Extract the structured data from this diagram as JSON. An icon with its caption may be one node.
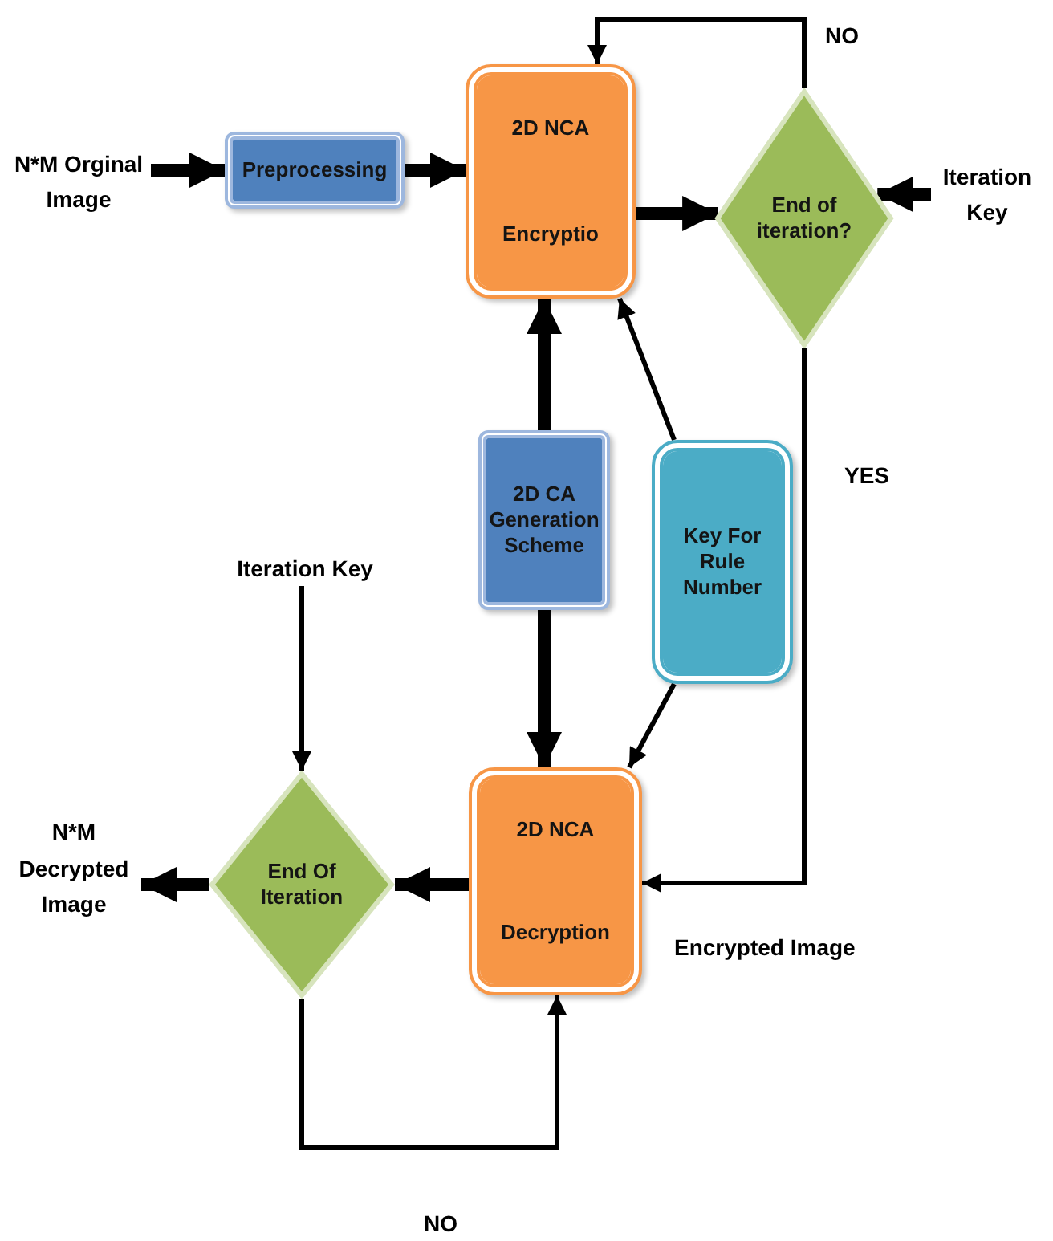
{
  "diagram": {
    "nodes": [
      {
        "text": [
          "N*M Orginal Image"
        ]
      },
      {
        "text": [
          "Preprocessing"
        ]
      },
      {
        "text": [
          "2D NCA",
          "Encryptio"
        ]
      },
      {
        "text": [
          "End of iteration?"
        ]
      },
      {
        "text": [
          "Iteration Key"
        ]
      },
      {
        "text": [
          "2D CA Generation Scheme"
        ]
      },
      {
        "text": [
          "Key For Rule Number"
        ]
      },
      {
        "text": [
          "Iteration Key"
        ]
      },
      {
        "text": [
          "End Of Iteration"
        ]
      },
      {
        "text": [
          "2D NCA",
          "Decryption"
        ]
      },
      {
        "text": [
          "N*M Decrypted Image"
        ]
      }
    ],
    "edges": [
      {
        "from": 0,
        "to": 1,
        "arrow": "to"
      },
      {
        "from": 1,
        "to": 2,
        "arrow": "to"
      },
      {
        "from": 2,
        "to": 3,
        "arrow": "to"
      },
      {
        "from": 4,
        "to": 3,
        "arrow": "to"
      },
      {
        "from": 3,
        "to": 2,
        "arrow": "to",
        "label": "NO"
      },
      {
        "from": 5,
        "to": 2,
        "arrow": "to"
      },
      {
        "from": 6,
        "to": 2,
        "arrow": "to"
      },
      {
        "from": 3,
        "to": 9,
        "arrow": "to",
        "label": "YES"
      },
      {
        "from": 5,
        "to": 9,
        "arrow": "to"
      },
      {
        "from": 6,
        "to": 9,
        "arrow": "to"
      },
      {
        "from": 7,
        "to": 8,
        "arrow": "to"
      },
      {
        "from": 9,
        "to": 8,
        "arrow": "to"
      },
      {
        "from": 8,
        "to": 10,
        "arrow": "to"
      },
      {
        "from": 8,
        "to": 9,
        "arrow": "to",
        "label": "NO"
      }
    ],
    "labels": [
      "Encrypted Image"
    ]
  }
}
